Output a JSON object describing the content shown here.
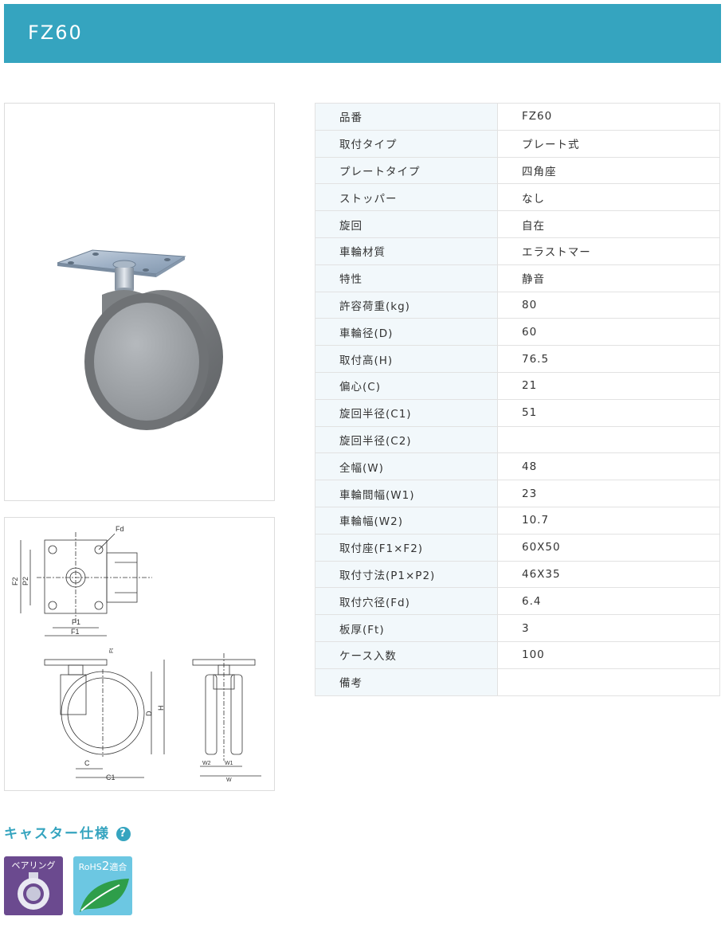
{
  "header": {
    "title": "FZ60"
  },
  "specs": [
    {
      "key": "品番",
      "value": "FZ60"
    },
    {
      "key": "取付タイプ",
      "value": "プレート式"
    },
    {
      "key": "プレートタイプ",
      "value": "四角座"
    },
    {
      "key": "ストッパー",
      "value": "なし"
    },
    {
      "key": "旋回",
      "value": "自在"
    },
    {
      "key": "車輪材質",
      "value": "エラストマー"
    },
    {
      "key": "特性",
      "value": "静音"
    },
    {
      "key": "許容荷重(kg)",
      "value": "80"
    },
    {
      "key": "車輪径(D)",
      "value": "60"
    },
    {
      "key": "取付高(H)",
      "value": "76.5"
    },
    {
      "key": "偏心(C)",
      "value": "21"
    },
    {
      "key": "旋回半径(C1)",
      "value": "51"
    },
    {
      "key": "旋回半径(C2)",
      "value": ""
    },
    {
      "key": "全幅(W)",
      "value": "48"
    },
    {
      "key": "車輪間幅(W1)",
      "value": "23"
    },
    {
      "key": "車輪幅(W2)",
      "value": "10.7"
    },
    {
      "key": "取付座(F1×F2)",
      "value": "60X50"
    },
    {
      "key": "取付寸法(P1×P2)",
      "value": "46X35"
    },
    {
      "key": "取付穴径(Fd)",
      "value": "6.4"
    },
    {
      "key": "板厚(Ft)",
      "value": "3"
    },
    {
      "key": "ケース入数",
      "value": "100"
    },
    {
      "key": "備考",
      "value": ""
    }
  ],
  "drawing": {
    "fd": "Fd",
    "f2": "F2",
    "p2": "P2",
    "p1": "P1",
    "f1": "F1",
    "ft": "Ft",
    "d": "D",
    "h": "H",
    "c": "C",
    "c1": "C1",
    "w2": "W2",
    "w1": "W1",
    "w": "W"
  },
  "section": {
    "title": "キャスター仕様",
    "help": "?"
  },
  "badges": {
    "bearing": "ベアリング",
    "rohs_prefix": "RoHS",
    "rohs_num": "2",
    "rohs_suffix": "適合"
  },
  "colors": {
    "accent": "#35a4bf",
    "bearing_bg": "#6b4a8f",
    "rohs_bg": "#6cc7e2",
    "leaf": "#2e9e4a"
  }
}
